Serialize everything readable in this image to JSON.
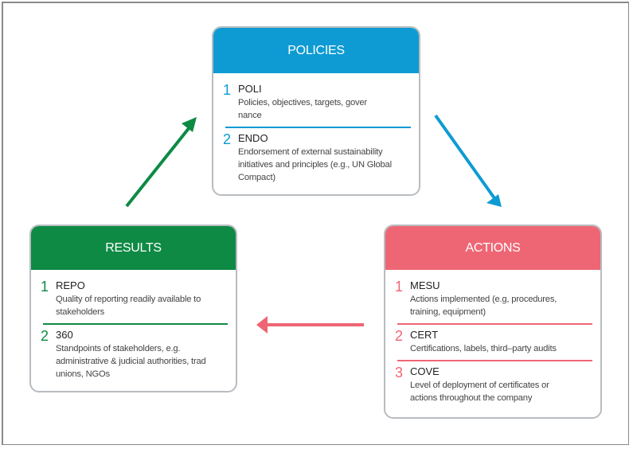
{
  "colors": {
    "policies": "#0e9bd3",
    "results": "#0e8a44",
    "actions": "#ee6674",
    "card_border": "#b8bcc0"
  },
  "policies": {
    "title": "POLICIES",
    "items": [
      {
        "num": "1",
        "code": "POLI",
        "desc": "Policies, objectives, targets, gover nance"
      },
      {
        "num": "2",
        "code": "ENDO",
        "desc": "Endorsement of external sustainability initiatives and principles (e.g., UN Global Compact)"
      }
    ]
  },
  "results": {
    "title": "RESULTS",
    "items": [
      {
        "num": "1",
        "code": "REPO",
        "desc": "Quality of reporting readily available to stakeholders"
      },
      {
        "num": "2",
        "code": "360",
        "desc": "Standpoints of stakeholders, e.g. administrative & judicial authorities, trad unions, NGOs"
      }
    ]
  },
  "actions": {
    "title": "ACTIONS",
    "items": [
      {
        "num": "1",
        "code": "MESU",
        "desc": "Actions implemented (e.g, procedures, training, equipment)"
      },
      {
        "num": "2",
        "code": "CERT",
        "desc": "Certifications, labels, third–party audits"
      },
      {
        "num": "3",
        "code": "COVE",
        "desc": "Level of deployment of certificates or actions throughout the company"
      }
    ]
  },
  "arrows": [
    {
      "from": "results",
      "to": "policies",
      "color": "#0e8a44"
    },
    {
      "from": "policies",
      "to": "actions",
      "color": "#0e9bd3"
    },
    {
      "from": "actions",
      "to": "results",
      "color": "#ee6674"
    }
  ]
}
